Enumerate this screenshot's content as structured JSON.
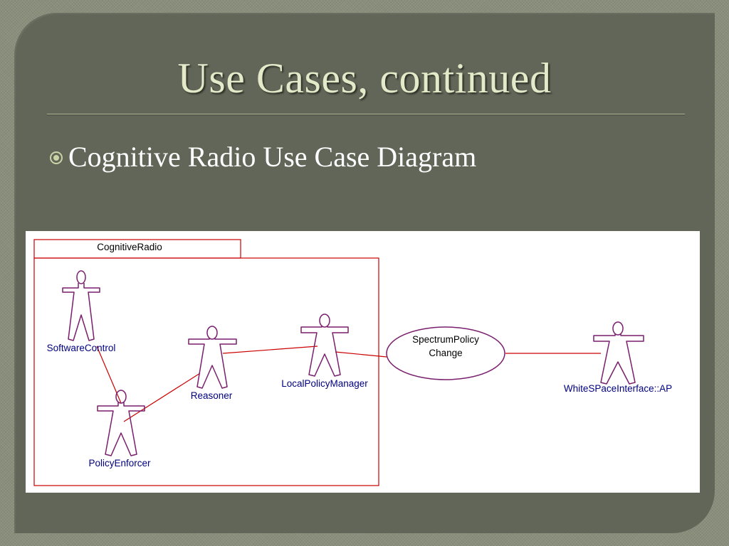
{
  "slide": {
    "title": "Use Cases, continued",
    "bullet": "Cognitive Radio Use Case Diagram"
  },
  "diagram": {
    "package_name": "CognitiveRadio",
    "actors": [
      {
        "id": "software-control",
        "label": "SoftwareControl"
      },
      {
        "id": "reasoner",
        "label": "Reasoner"
      },
      {
        "id": "local-policy-manager",
        "label": "LocalPolicyManager"
      },
      {
        "id": "policy-enforcer",
        "label": "PolicyEnforcer"
      },
      {
        "id": "whitespace-interface",
        "label": "WhiteSPaceInterface::AP"
      }
    ],
    "use_case": {
      "line1": "SpectrumPolicy",
      "line2": "Change"
    },
    "associations": [
      [
        "SoftwareControl",
        "PolicyEnforcer"
      ],
      [
        "PolicyEnforcer",
        "Reasoner"
      ],
      [
        "Reasoner",
        "LocalPolicyManager"
      ],
      [
        "LocalPolicyManager",
        "SpectrumPolicy Change"
      ],
      [
        "SpectrumPolicy Change",
        "WhiteSPaceInterface::AP"
      ]
    ],
    "colors": {
      "actor_stroke": "#7a1f6e",
      "package_stroke": "#cc0000",
      "association": "#cc0000",
      "use_case_stroke": "#7a1f6e",
      "actor_label": "#000080",
      "slide_panel": "#626658",
      "title_text": "#e4e9c9"
    },
    "icons": [
      "bullet-circle-icon"
    ]
  }
}
